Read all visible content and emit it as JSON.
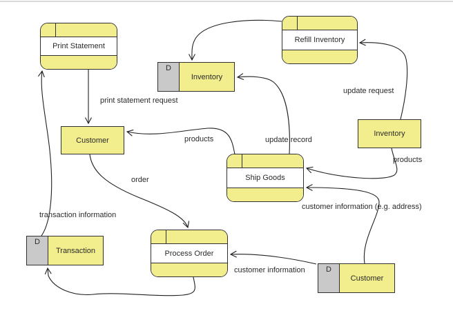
{
  "diagram": {
    "type": "data-flow-diagram",
    "colors": {
      "node_fill": "#f2ee8e",
      "node_border": "#2f2f2f",
      "datastore_marker_bg": "#c9c9c9",
      "line": "#1f1f1f",
      "text": "#2a2a2a",
      "canvas": "#ffffff"
    },
    "processes": [
      {
        "label": "Print Statement"
      },
      {
        "label": "Refill Inventory"
      },
      {
        "label": "Ship Goods"
      },
      {
        "label": "Process Order"
      }
    ],
    "entities": [
      {
        "label": "Customer"
      },
      {
        "label": "Inventory"
      }
    ],
    "datastores": [
      {
        "marker": "D",
        "label": "Inventory"
      },
      {
        "marker": "D",
        "label": "Transaction"
      },
      {
        "marker": "D",
        "label": "Customer"
      }
    ],
    "flow_labels": [
      {
        "text": "print statement request"
      },
      {
        "text": "update request"
      },
      {
        "text": "products"
      },
      {
        "text": "update record"
      },
      {
        "text": "products"
      },
      {
        "text": "order"
      },
      {
        "text": "customer information (e.g. address)"
      },
      {
        "text": "transaction information"
      },
      {
        "text": "customer information"
      }
    ]
  }
}
